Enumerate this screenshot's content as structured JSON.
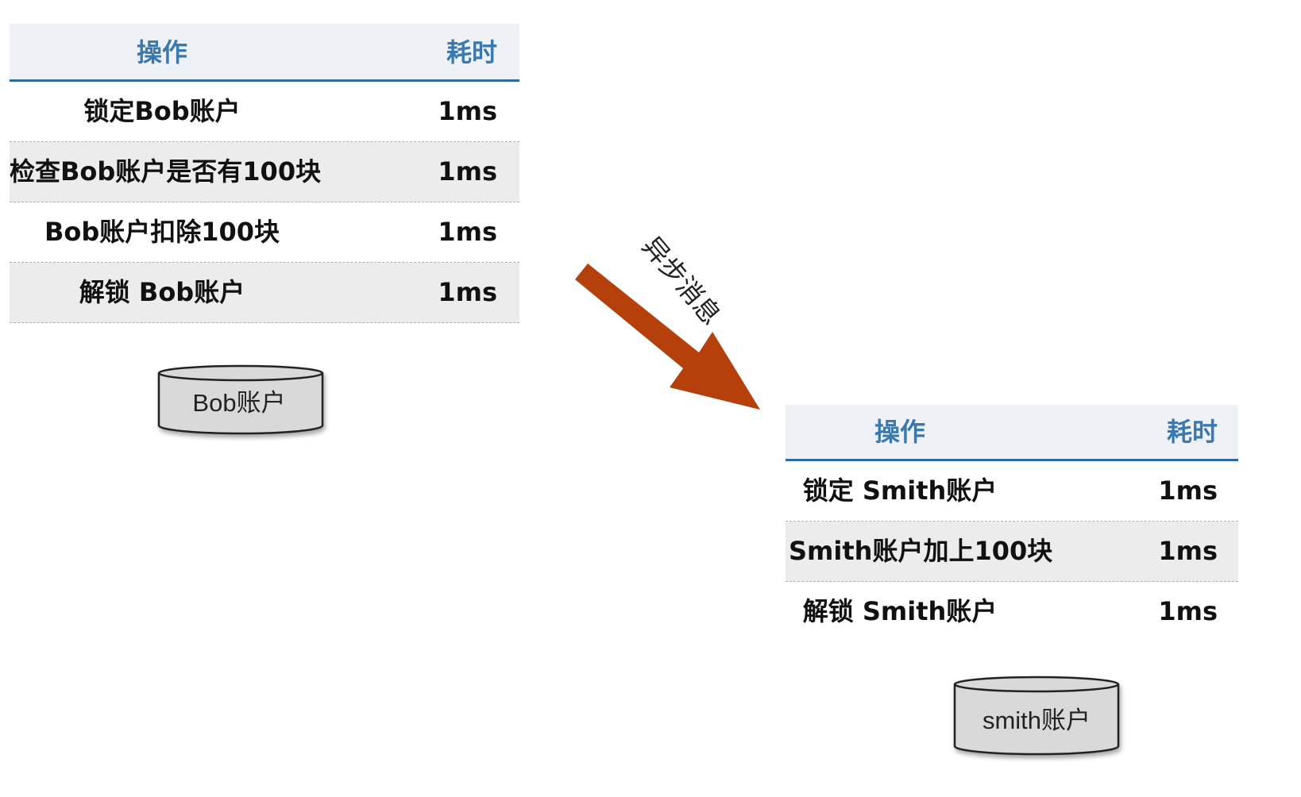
{
  "left_table": {
    "header": {
      "operation": "操作",
      "time": "耗时"
    },
    "rows": [
      {
        "operation": "锁定Bob账户",
        "time": "1ms"
      },
      {
        "operation": "检查Bob账户是否有100块",
        "time": "1ms"
      },
      {
        "operation": "Bob账户扣除100块",
        "time": "1ms"
      },
      {
        "operation": "解锁 Bob账户",
        "time": "1ms"
      }
    ]
  },
  "left_db": {
    "label": "Bob账户"
  },
  "arrow": {
    "label": "异步消息",
    "color": "#b5400c"
  },
  "right_table": {
    "header": {
      "operation": "操作",
      "time": "耗时"
    },
    "rows": [
      {
        "operation": "锁定 Smith账户",
        "time": "1ms"
      },
      {
        "operation": "Smith账户加上100块",
        "time": "1ms"
      },
      {
        "operation": "解锁 Smith账户",
        "time": "1ms"
      }
    ]
  },
  "right_db": {
    "label": "smith账户"
  },
  "colors": {
    "header_bg": "#eef2f7",
    "header_text": "#3a78ad",
    "header_rule": "#2f6a9c",
    "shaded_row": "#ececec",
    "db_fill": "#d9d9d9"
  }
}
